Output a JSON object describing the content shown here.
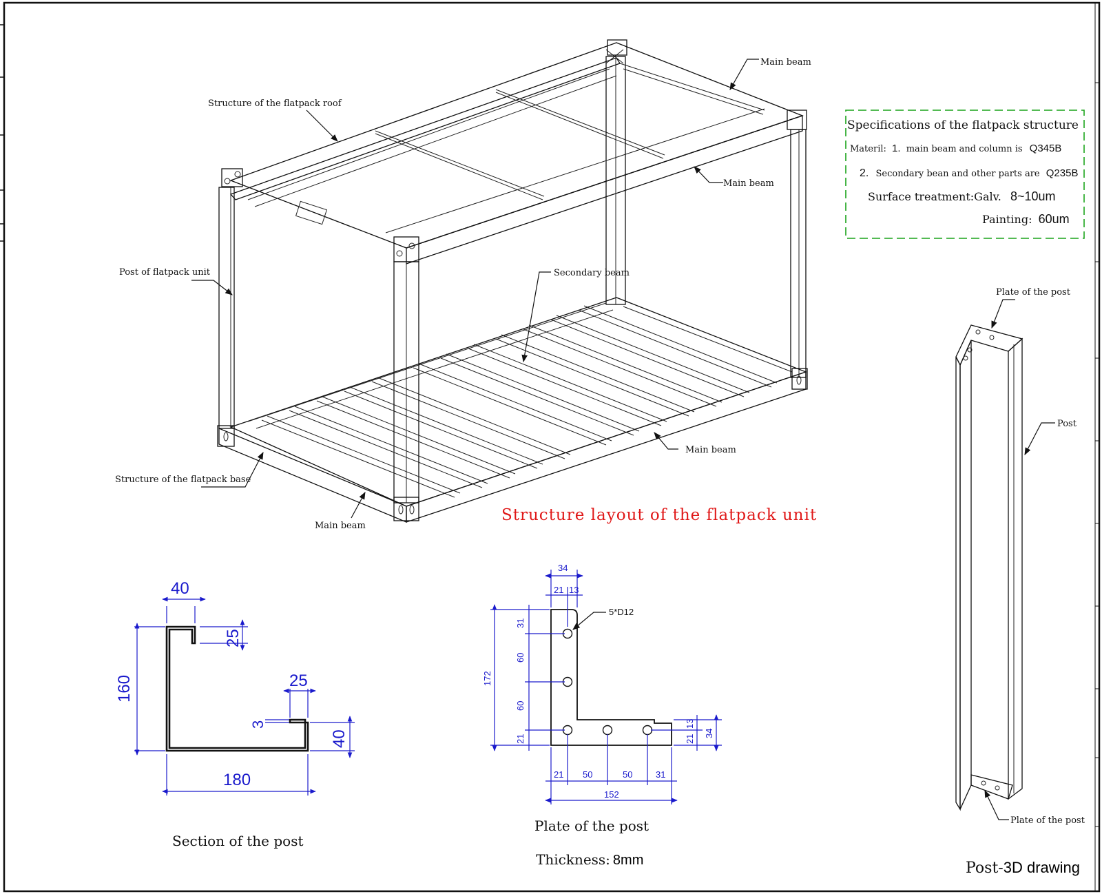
{
  "labels": {
    "roof": "Structure of the flatpack roof",
    "main_beam_top": "Main beam",
    "main_beam_mid": "Main beam",
    "main_beam_right": "Main beam",
    "main_beam_bottom": "Main beam",
    "post_unit": "Post of flatpack unit",
    "secondary_beam": "Secondary beam",
    "base": "Structure of the flatpack base",
    "plate_post_top": "Plate of the post",
    "post": "Post",
    "plate_post_bottom": "Plate of the post"
  },
  "main_title": "Structure layout of the flatpack unit",
  "specifications": {
    "heading": "Specifications of the flatpack structure",
    "line1_prefix": "Materil:",
    "line1_num": "1.",
    "line1_text": "main beam and column is",
    "line1_grade": "Q345B",
    "line2_num": "2.",
    "line2_text": "Secondary bean and other parts are",
    "line2_grade": "Q235B",
    "surface": "Surface treatment:Galv.",
    "surface_value": "8~10um",
    "painting": "Painting:",
    "painting_value": "60um",
    "border_color": "#1aa31a"
  },
  "section_post": {
    "caption": "Section of the post",
    "dims": {
      "top_width": "40",
      "lip_top": "25",
      "height": "160",
      "lip_right": "25",
      "thickness": "3",
      "right_height": "40",
      "bottom_width": "180"
    }
  },
  "plate_post": {
    "caption": "Plate of the post",
    "thickness_label": "Thickness:",
    "thickness_value": "8mm",
    "hole_label": "5*D12",
    "dims": {
      "top_total": "34",
      "top_a": "21",
      "top_b": "13",
      "left_total": "172",
      "left_a": "31",
      "left_b": "60",
      "left_c": "60",
      "left_d": "21",
      "right_a": "21",
      "right_b": "13",
      "right_total": "34",
      "bottom_a": "21",
      "bottom_b": "50",
      "bottom_c": "50",
      "bottom_d": "31",
      "bottom_total": "152"
    }
  },
  "post_3d": {
    "caption_prefix": "Post-",
    "caption_suffix": "3D drawing"
  },
  "colors": {
    "dimension": "#1a1acc",
    "title": "#e01818",
    "line": "#111111"
  }
}
